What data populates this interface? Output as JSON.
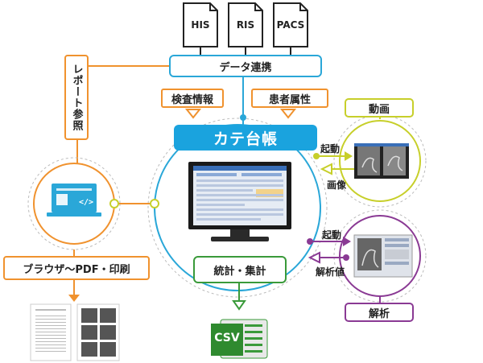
{
  "documents": [
    {
      "label": "HIS"
    },
    {
      "label": "RIS"
    },
    {
      "label": "PACS"
    }
  ],
  "data_link": "データ連携",
  "exam_info": "検査情報",
  "patient_attr": "患者属性",
  "main_title": "カテ台帳",
  "report_ref": "レポート参照",
  "browser_pdf": "ブラウザ〜PDF・印刷",
  "stats": "統計・集計",
  "csv_label": "CSV",
  "video": {
    "title": "動画",
    "launch_label": "起動",
    "image_label": "画像"
  },
  "analysis": {
    "title": "解析",
    "launch_label": "起動",
    "value_label": "解析値"
  },
  "colors": {
    "blue": "#1aa3de",
    "orange": "#f0922e",
    "green": "#3a9a3a",
    "yellow": "#c7cf2a",
    "purple": "#8a3a94"
  }
}
